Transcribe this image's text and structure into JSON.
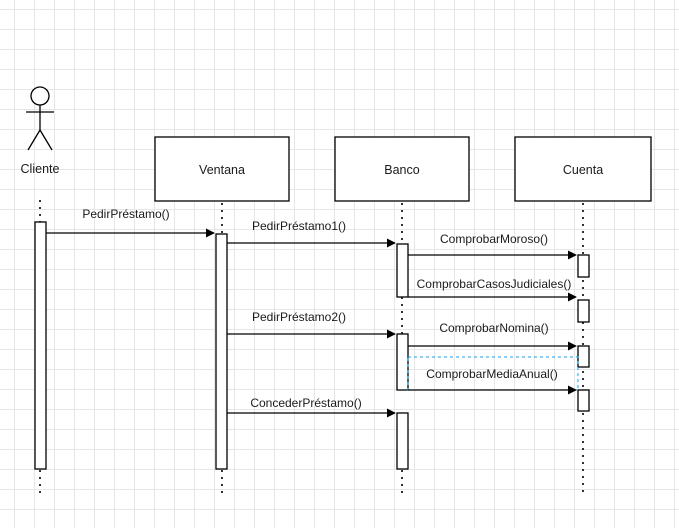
{
  "actor": {
    "name": "Cliente"
  },
  "participants": [
    {
      "id": "ventana",
      "name": "Ventana"
    },
    {
      "id": "banco",
      "name": "Banco"
    },
    {
      "id": "cuenta",
      "name": "Cuenta"
    }
  ],
  "messages": [
    {
      "id": "m1",
      "label": "PedirPréstamo()"
    },
    {
      "id": "m2",
      "label": "PedirPréstamo1()"
    },
    {
      "id": "m3",
      "label": "ComprobarMoroso()"
    },
    {
      "id": "m4",
      "label": "ComprobarCasosJudiciales()"
    },
    {
      "id": "m5",
      "label": "PedirPréstamo2()"
    },
    {
      "id": "m6",
      "label": "ComprobarNomina()"
    },
    {
      "id": "m7",
      "label": "ComprobarMediaAnual()"
    },
    {
      "id": "m8",
      "label": "ConcederPréstamo()"
    }
  ],
  "colors": {
    "line": "#000000",
    "selection": "#00a8ff",
    "grid": "#e6e6e6"
  }
}
